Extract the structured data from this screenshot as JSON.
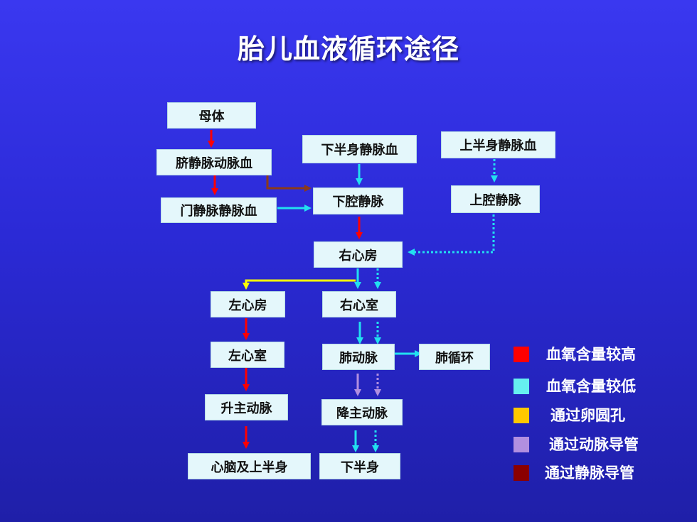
{
  "title": "胎儿血液循环途径",
  "nodes": {
    "mother": "母体",
    "umbilical_vein": "脐静脉动脉血",
    "portal_vein": "门静脉静脉血",
    "lower_body_venous": "下半身静脉血",
    "upper_body_venous": "上半身静脉血",
    "ivc": "下腔静脉",
    "svc": "上腔静脉",
    "right_atrium": "右心房",
    "left_atrium": "左心房",
    "right_ventricle": "右心室",
    "left_ventricle": "左心室",
    "pulmonary_artery": "肺动脉",
    "pulmonary_circulation": "肺循环",
    "ascending_aorta": "升主动脉",
    "descending_aorta": "降主动脉",
    "brain_upper_body": "心脑及上半身",
    "lower_body": "下半身"
  },
  "legend": [
    {
      "label": "血氧含量较高",
      "color": "#ff0000"
    },
    {
      "label": "血氧含量较低",
      "color": "#66f0f0"
    },
    {
      "label": "通过卵圆孔",
      "color": "#ffc800"
    },
    {
      "label": "通过动脉导管",
      "color": "#b18fe0"
    },
    {
      "label": "通过静脉导管",
      "color": "#8b0000"
    }
  ],
  "colors": {
    "high_oxygen": "#ff0000",
    "low_oxygen": "#22e0f0",
    "foramen_ovale": "#ffff00",
    "ductus_arteriosus": "#b18fe0",
    "ductus_venosus": "#8b3a1a"
  }
}
